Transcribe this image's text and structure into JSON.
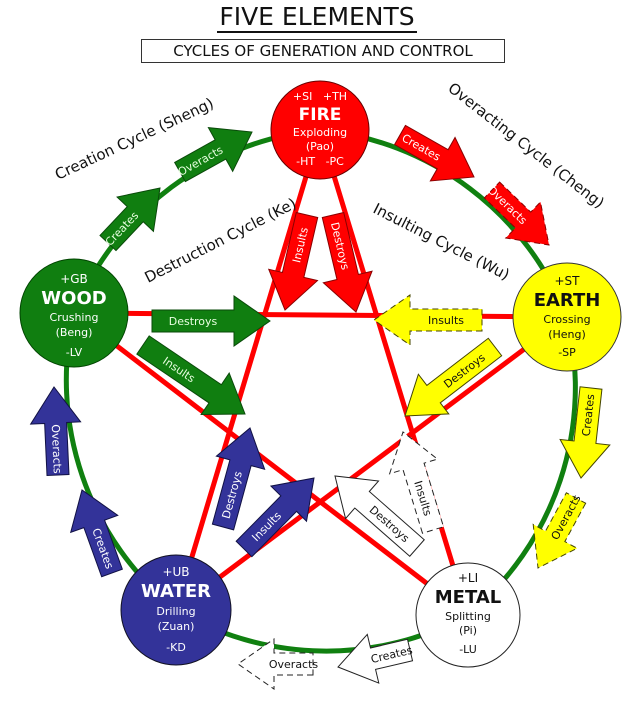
{
  "header": {
    "title": "FIVE ELEMENTS",
    "subtitle": "CYCLES OF GENERATION AND CONTROL"
  },
  "cycle_labels": {
    "creation": "Creation Cycle (Sheng)",
    "overacting": "Overacting Cycle (Cheng)",
    "destruction": "Destruction Cycle (Ke)",
    "insulting": "Insulting Cycle (Wu)"
  },
  "colors": {
    "fire": "#ff0000",
    "earth": "#ffff00",
    "metal": "#ffffff",
    "water": "#333399",
    "wood": "#107e10",
    "ring": "#108010",
    "star": "#ff0000"
  },
  "elements": {
    "fire": {
      "name": "FIRE",
      "top": "+SI   +TH",
      "action": "Exploding",
      "pinyin": "(Pao)",
      "bottom": "-HT   -PC"
    },
    "earth": {
      "name": "EARTH",
      "top": "+ST",
      "action": "Crossing",
      "pinyin": "(Heng)",
      "bottom": "-SP"
    },
    "metal": {
      "name": "METAL",
      "top": "+LI",
      "action": "Splitting",
      "pinyin": "(Pi)",
      "bottom": "-LU"
    },
    "water": {
      "name": "WATER",
      "top": "+UB",
      "action": "Drilling",
      "pinyin": "(Zuan)",
      "bottom": "-KD"
    },
    "wood": {
      "name": "WOOD",
      "top": "+GB",
      "action": "Crushing",
      "pinyin": "(Beng)",
      "bottom": "-LV"
    }
  },
  "arrows": [
    {
      "id": "wood-creates",
      "label": "Creates",
      "from": "wood",
      "element": "wood",
      "dashed": false
    },
    {
      "id": "wood-overacts",
      "label": "Overacts",
      "from": "wood",
      "element": "wood",
      "dashed": false
    },
    {
      "id": "fire-creates",
      "label": "Creates",
      "from": "fire",
      "element": "fire",
      "dashed": false
    },
    {
      "id": "fire-overacts",
      "label": "Overacts",
      "from": "fire",
      "element": "fire",
      "dashed": true
    },
    {
      "id": "earth-creates",
      "label": "Creates",
      "from": "earth",
      "element": "earth",
      "dashed": false
    },
    {
      "id": "earth-overacts",
      "label": "Overacts",
      "from": "earth",
      "element": "earth",
      "dashed": true
    },
    {
      "id": "metal-creates",
      "label": "Creates",
      "from": "metal",
      "element": "metal",
      "dashed": false
    },
    {
      "id": "metal-overacts",
      "label": "Overacts",
      "from": "metal",
      "element": "metal",
      "dashed": true
    },
    {
      "id": "water-creates",
      "label": "Creates",
      "from": "water",
      "element": "water",
      "dashed": false
    },
    {
      "id": "water-overacts",
      "label": "Overacts",
      "from": "water",
      "element": "water",
      "dashed": false
    },
    {
      "id": "wood-destroys",
      "label": "Destroys",
      "from": "wood",
      "element": "wood",
      "dashed": false
    },
    {
      "id": "wood-insults",
      "label": "Insults",
      "from": "wood",
      "element": "wood",
      "dashed": false
    },
    {
      "id": "fire-insults",
      "label": "Insults",
      "from": "fire",
      "element": "fire",
      "dashed": false
    },
    {
      "id": "fire-destroys",
      "label": "Destroys",
      "from": "fire",
      "element": "fire",
      "dashed": false
    },
    {
      "id": "earth-insults",
      "label": "Insults",
      "from": "earth",
      "element": "earth",
      "dashed": true
    },
    {
      "id": "earth-destroys",
      "label": "Destroys",
      "from": "earth",
      "element": "earth",
      "dashed": false
    },
    {
      "id": "metal-insults",
      "label": "Insults",
      "from": "metal",
      "element": "metal",
      "dashed": true
    },
    {
      "id": "metal-destroys",
      "label": "Destroys",
      "from": "metal",
      "element": "metal",
      "dashed": false
    },
    {
      "id": "water-destroys",
      "label": "Destroys",
      "from": "water",
      "element": "water",
      "dashed": false
    },
    {
      "id": "water-insults",
      "label": "Insults",
      "from": "water",
      "element": "water",
      "dashed": false
    }
  ]
}
